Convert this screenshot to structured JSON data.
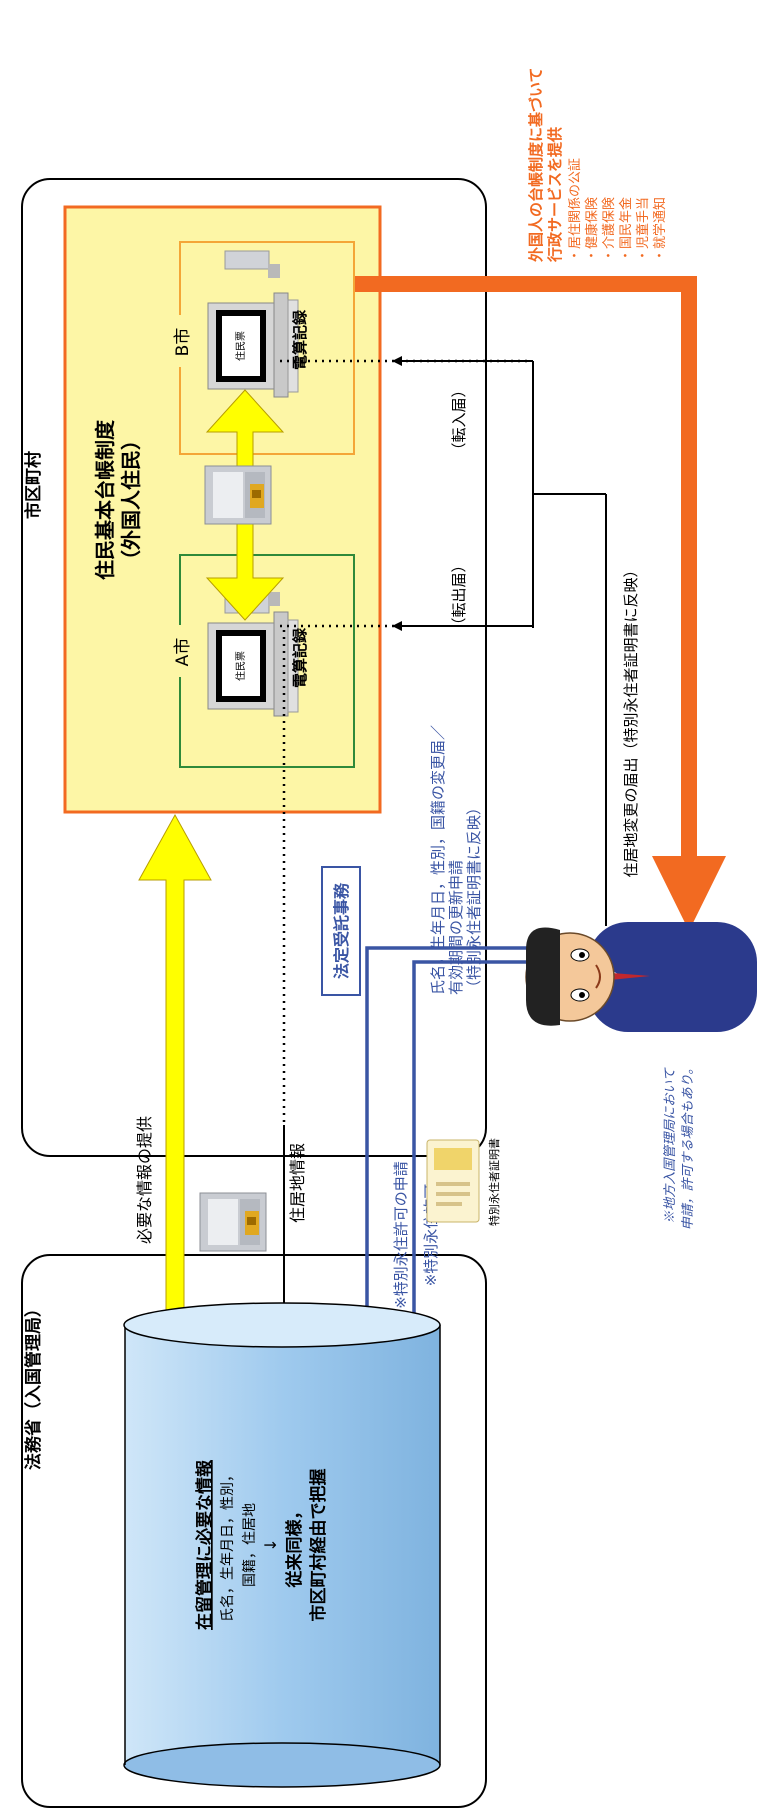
{
  "ministry": {
    "title": "法務省（入国管理局）"
  },
  "municipality": {
    "title": "市区町村"
  },
  "registry": {
    "title1": "住民基本台帳制度",
    "title2": "（外国人住民）"
  },
  "city_a": {
    "label": "A市",
    "record": "電算記録",
    "card": "住民票"
  },
  "city_b": {
    "label": "B市",
    "record": "電算記録",
    "card": "住民票"
  },
  "flows": {
    "move_out": "（転出届）",
    "move_in": "（転入届）",
    "residence_change": "住居地変更の届出（特別永住者証明書に反映）",
    "info_provision": "必要な情報の提供",
    "residence_info": "住居地情報",
    "permit_application": "※特別永住許可の申請",
    "permit": "※特別永住許可",
    "change_line1": "氏名，生年月日，性別，国籍の変更届／",
    "change_line2": "有効期間の更新申請",
    "change_line3": "（特別永住者証明書に反映）"
  },
  "legal_box": "法定受託事務",
  "certificate_label": "特別永住者証明書",
  "regional_note": {
    "line1": "※地方入国管理局において",
    "line2": "申請，許可する場合もあり。"
  },
  "database": {
    "heading": "在留管理に必要な情報",
    "line1": "氏名，生年月日，性別，",
    "line2": "国籍，住居地",
    "arrow": "↓",
    "line3": "従来同様，",
    "line4": "市区町村経由で把握"
  },
  "services": {
    "heading1": "外国人の台帳制度に基づいて",
    "heading2": "行政サービスを提供",
    "items": [
      "・居住関係の公証",
      "・健康保険",
      "・介護保険",
      "・国民年金",
      "・児童手当",
      "・就学通知"
    ]
  },
  "colors": {
    "orange": "#f26a21",
    "yellow": "#ffff00",
    "pale_yellow": "#fdf6a6",
    "blue": "#3a55a4",
    "green": "#2f8a3a",
    "db_blue": "#a9d0ee"
  }
}
